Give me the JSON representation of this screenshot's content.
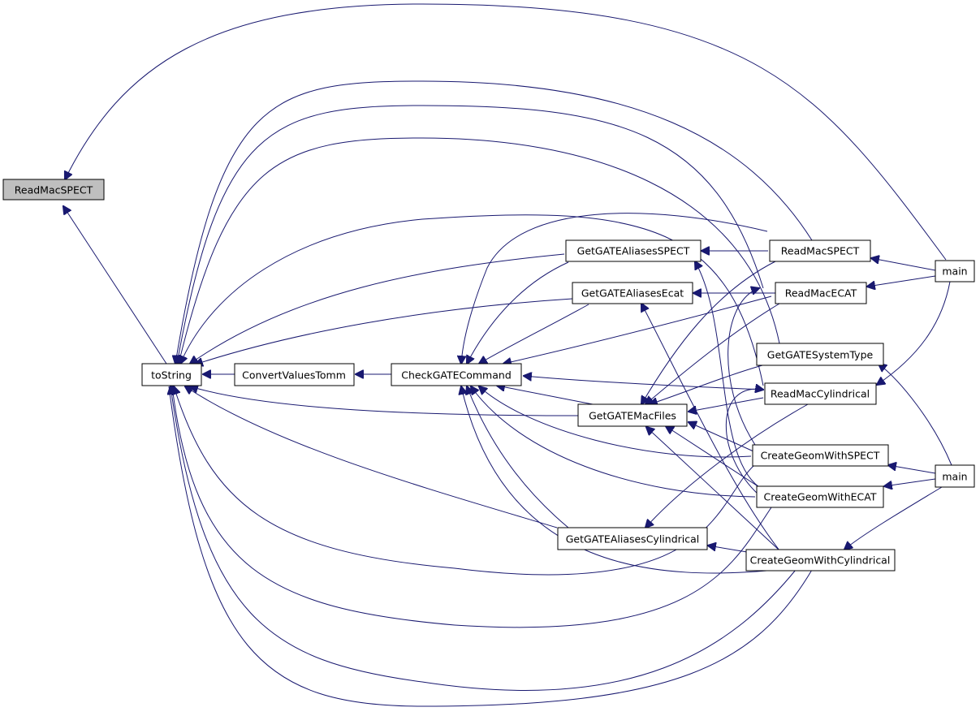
{
  "diagram": {
    "edge_color": "#191970",
    "highlight_fill": "#bfbfbf",
    "nodes": [
      {
        "id": "readmacspect_root",
        "label": "ReadMacSPECT",
        "highlight": true
      },
      {
        "id": "tostring",
        "label": "toString"
      },
      {
        "id": "convertvaluestomm",
        "label": "ConvertValuesTomm"
      },
      {
        "id": "checkgatecommand",
        "label": "CheckGATECommand"
      },
      {
        "id": "getgatealiasesspect",
        "label": "GetGATEAliasesSPECT"
      },
      {
        "id": "getgatealiasesecat",
        "label": "GetGATEAliasesEcat"
      },
      {
        "id": "getgatemacfiles",
        "label": "GetGATEMacFiles"
      },
      {
        "id": "getgatealiasescylindrical",
        "label": "GetGATEAliasesCylindrical"
      },
      {
        "id": "readmacspect",
        "label": "ReadMacSPECT"
      },
      {
        "id": "readmacecat",
        "label": "ReadMacECAT"
      },
      {
        "id": "getgatesystemtype",
        "label": "GetGATESystemType"
      },
      {
        "id": "readmaccylindrical",
        "label": "ReadMacCylindrical"
      },
      {
        "id": "creategeomwithspect",
        "label": "CreateGeomWithSPECT"
      },
      {
        "id": "creategeomwithecat",
        "label": "CreateGeomWithECAT"
      },
      {
        "id": "creategeomwithcylindrical",
        "label": "CreateGeomWithCylindrical"
      },
      {
        "id": "main1",
        "label": "main"
      },
      {
        "id": "main2",
        "label": "main"
      }
    ],
    "edges": [
      {
        "from": "tostring",
        "to": "readmacspect_root"
      },
      {
        "from": "main1",
        "to": "readmacspect_root"
      },
      {
        "from": "convertvaluestomm",
        "to": "tostring"
      },
      {
        "from": "getgatealiasesspect",
        "to": "tostring"
      },
      {
        "from": "getgatealiasesecat",
        "to": "tostring"
      },
      {
        "from": "getgatemacfiles",
        "to": "tostring"
      },
      {
        "from": "getgatealiasescylindrical",
        "to": "tostring"
      },
      {
        "from": "readmacspect",
        "to": "tostring"
      },
      {
        "from": "readmacecat",
        "to": "tostring"
      },
      {
        "from": "readmaccylindrical",
        "to": "tostring"
      },
      {
        "from": "getgatesystemtype",
        "to": "tostring"
      },
      {
        "from": "creategeomwithspect",
        "to": "tostring"
      },
      {
        "from": "creategeomwithecat",
        "to": "tostring"
      },
      {
        "from": "creategeomwithcylindrical",
        "to": "tostring"
      },
      {
        "from": "checkgatecommand",
        "to": "convertvaluestomm"
      },
      {
        "from": "getgatealiasesspect",
        "to": "checkgatecommand"
      },
      {
        "from": "getgatealiasesecat",
        "to": "checkgatecommand"
      },
      {
        "from": "getgatemacfiles",
        "to": "checkgatecommand"
      },
      {
        "from": "getgatealiasescylindrical",
        "to": "checkgatecommand"
      },
      {
        "from": "readmacspect",
        "to": "checkgatecommand"
      },
      {
        "from": "readmacecat",
        "to": "checkgatecommand"
      },
      {
        "from": "readmaccylindrical",
        "to": "checkgatecommand"
      },
      {
        "from": "creategeomwithspect",
        "to": "checkgatecommand"
      },
      {
        "from": "creategeomwithecat",
        "to": "checkgatecommand"
      },
      {
        "from": "creategeomwithcylindrical",
        "to": "checkgatecommand"
      },
      {
        "from": "readmacspect",
        "to": "getgatealiasesspect"
      },
      {
        "from": "creategeomwithecat",
        "to": "getgatealiasesspect"
      },
      {
        "from": "readmacecat",
        "to": "getgatealiasesecat"
      },
      {
        "from": "creategeomwithcylindrical",
        "to": "getgatealiasesecat"
      },
      {
        "from": "readmacspect",
        "to": "getgatemacfiles"
      },
      {
        "from": "readmacecat",
        "to": "getgatemacfiles"
      },
      {
        "from": "readmaccylindrical",
        "to": "getgatemacfiles"
      },
      {
        "from": "getgatesystemtype",
        "to": "getgatemacfiles"
      },
      {
        "from": "creategeomwithspect",
        "to": "getgatemacfiles"
      },
      {
        "from": "creategeomwithecat",
        "to": "getgatemacfiles"
      },
      {
        "from": "creategeomwithcylindrical",
        "to": "getgatemacfiles"
      },
      {
        "from": "readmaccylindrical",
        "to": "getgatealiasescylindrical"
      },
      {
        "from": "creategeomwithcylindrical",
        "to": "getgatealiasescylindrical"
      },
      {
        "from": "main1",
        "to": "readmacspect"
      },
      {
        "from": "main1",
        "to": "readmacecat"
      },
      {
        "from": "main1",
        "to": "readmaccylindrical"
      },
      {
        "from": "main2",
        "to": "creategeomwithspect"
      },
      {
        "from": "main2",
        "to": "creategeomwithecat"
      },
      {
        "from": "main2",
        "to": "creategeomwithcylindrical"
      },
      {
        "from": "main2",
        "to": "getgatesystemtype"
      },
      {
        "from": "creategeomwithspect",
        "to": "readmacspect"
      },
      {
        "from": "creategeomwithecat",
        "to": "readmacecat"
      },
      {
        "from": "creategeomwithcylindrical",
        "to": "readmaccylindrical"
      },
      {
        "from": "creategeomwithspect",
        "to": "getgatesystemtype"
      }
    ]
  }
}
